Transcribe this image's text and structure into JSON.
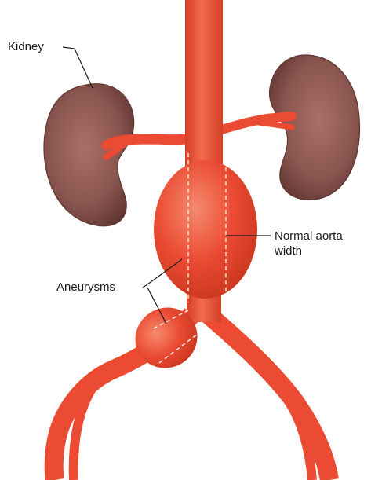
{
  "labels": {
    "kidney": "Kidney",
    "aorta_line1": "Normal aorta",
    "aorta_line2": "width",
    "aneurysms": "Aneurysms"
  },
  "colors": {
    "artery": "#ea4b32",
    "artery_dark": "#c9361f",
    "artery_highlight": "#f47a60",
    "kidney": "#8c5650",
    "kidney_dark": "#5e3531",
    "kidney_light": "#a77068",
    "guide_line": "#ffffff",
    "leader_line": "#1a1a1a",
    "text": "#1a1a1a",
    "background": "#ffffff"
  }
}
